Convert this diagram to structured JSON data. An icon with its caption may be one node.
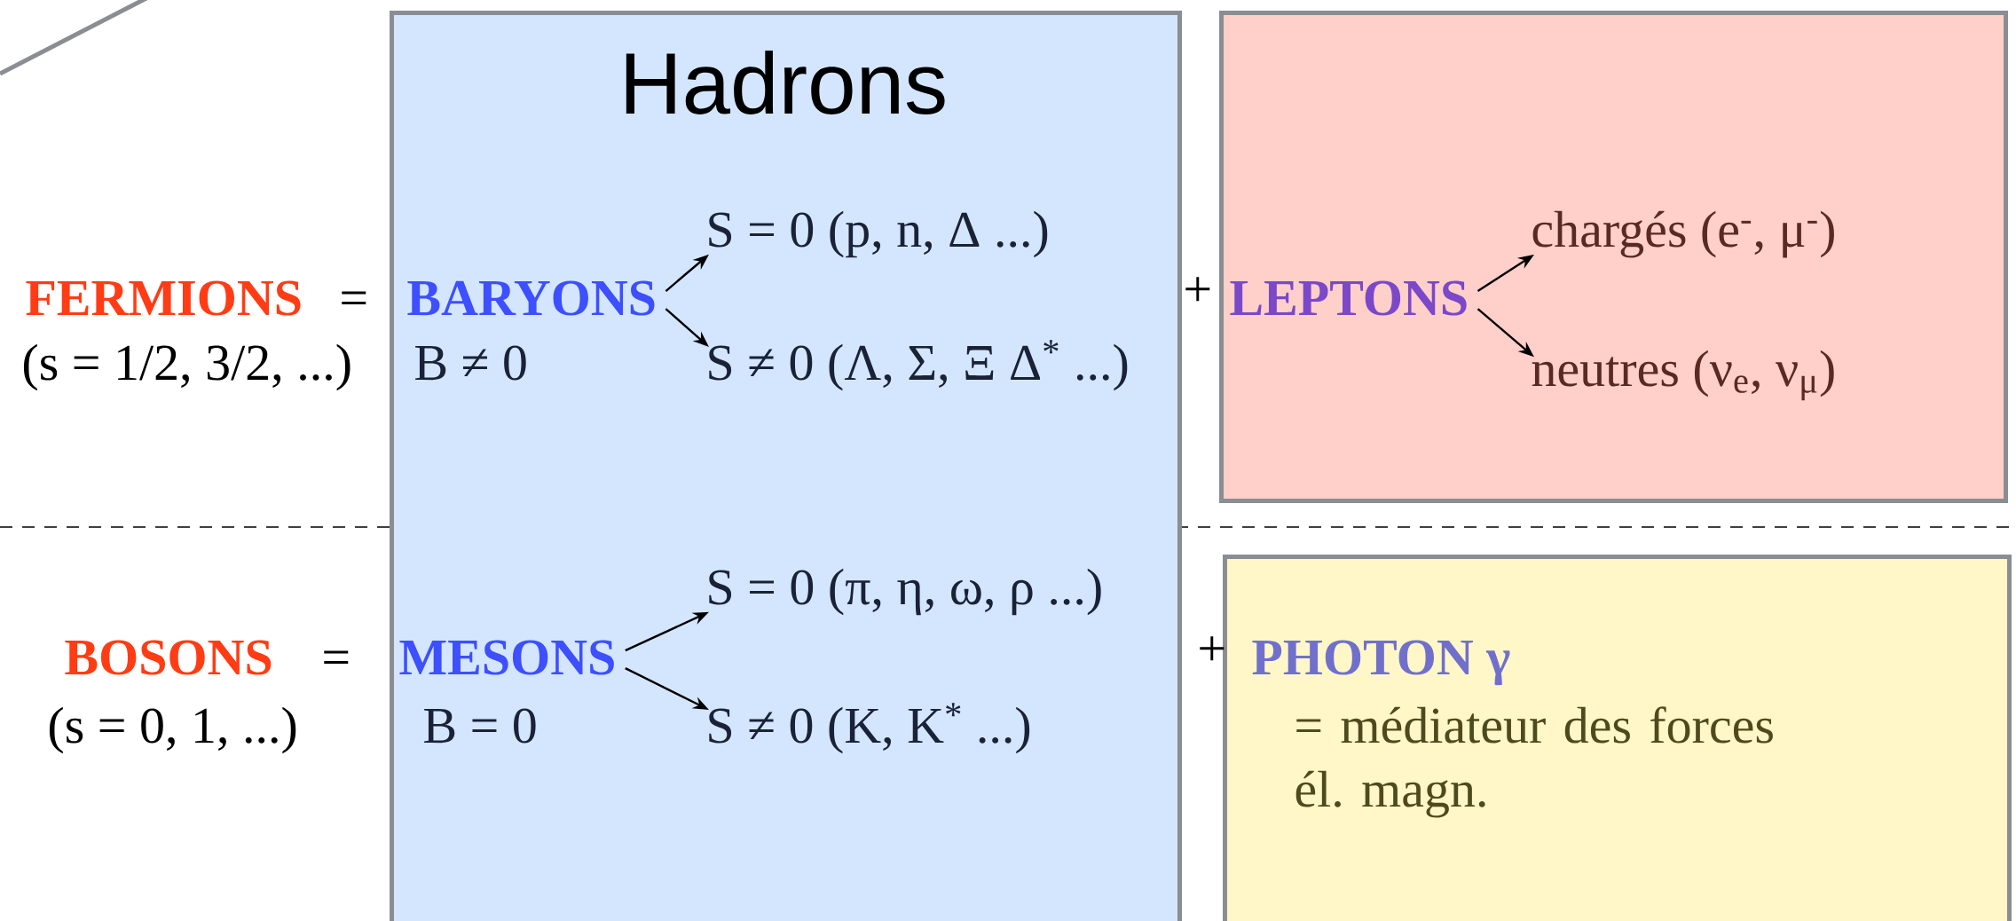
{
  "diagram": {
    "nodes": [
      {
        "text": [
          "Hadrons"
        ]
      },
      {
        "text": [
          "BARYONS"
        ],
        "in": 0,
        "beside": [
          "B ≠ 0"
        ]
      },
      {
        "text": [
          "S = 0  (p, n, Δ ...)"
        ],
        "in": 0
      },
      {
        "text": [
          "S ≠ 0  (Λ, Σ, Ξ Δ$^{*}$ ...)"
        ],
        "in": 0
      },
      {
        "text": [],
        "shape": "box"
      },
      {
        "text": [
          "LEPTONS"
        ],
        "in": 4
      },
      {
        "text": [
          "chargés (e$^{-}$, μ$^{-}$)"
        ],
        "in": 4
      },
      {
        "text": [
          "neutres (ν$_{e}$, ν$_{μ}$)"
        ],
        "in": 4
      },
      {
        "text": [
          "MESONS"
        ],
        "in": 0,
        "beside": [
          "B = 0"
        ]
      },
      {
        "text": [
          "S = 0  (π, η, ω, ρ ...)"
        ],
        "in": 0
      },
      {
        "text": [
          "S ≠ 0  (K, K$^{*}$ ...)"
        ],
        "in": 0
      },
      {
        "text": [
          "PHOTON γ",
          "= médiateur des forces él. magn."
        ]
      }
    ],
    "edges": [
      {
        "from": 1,
        "to": 2,
        "arrow": "to"
      },
      {
        "from": 1,
        "to": 3,
        "arrow": "to"
      },
      {
        "from": 5,
        "to": 6,
        "arrow": "to"
      },
      {
        "from": 5,
        "to": 7,
        "arrow": "to"
      },
      {
        "from": 8,
        "to": 9,
        "arrow": "to"
      },
      {
        "from": 8,
        "to": 10,
        "arrow": "to"
      }
    ],
    "labels": [
      "FERMIONS",
      "=",
      "(s = 1/2, 3/2, ...)",
      "+",
      "BOSONS",
      "=",
      "(s = 0, 1, ...)",
      "+"
    ]
  }
}
